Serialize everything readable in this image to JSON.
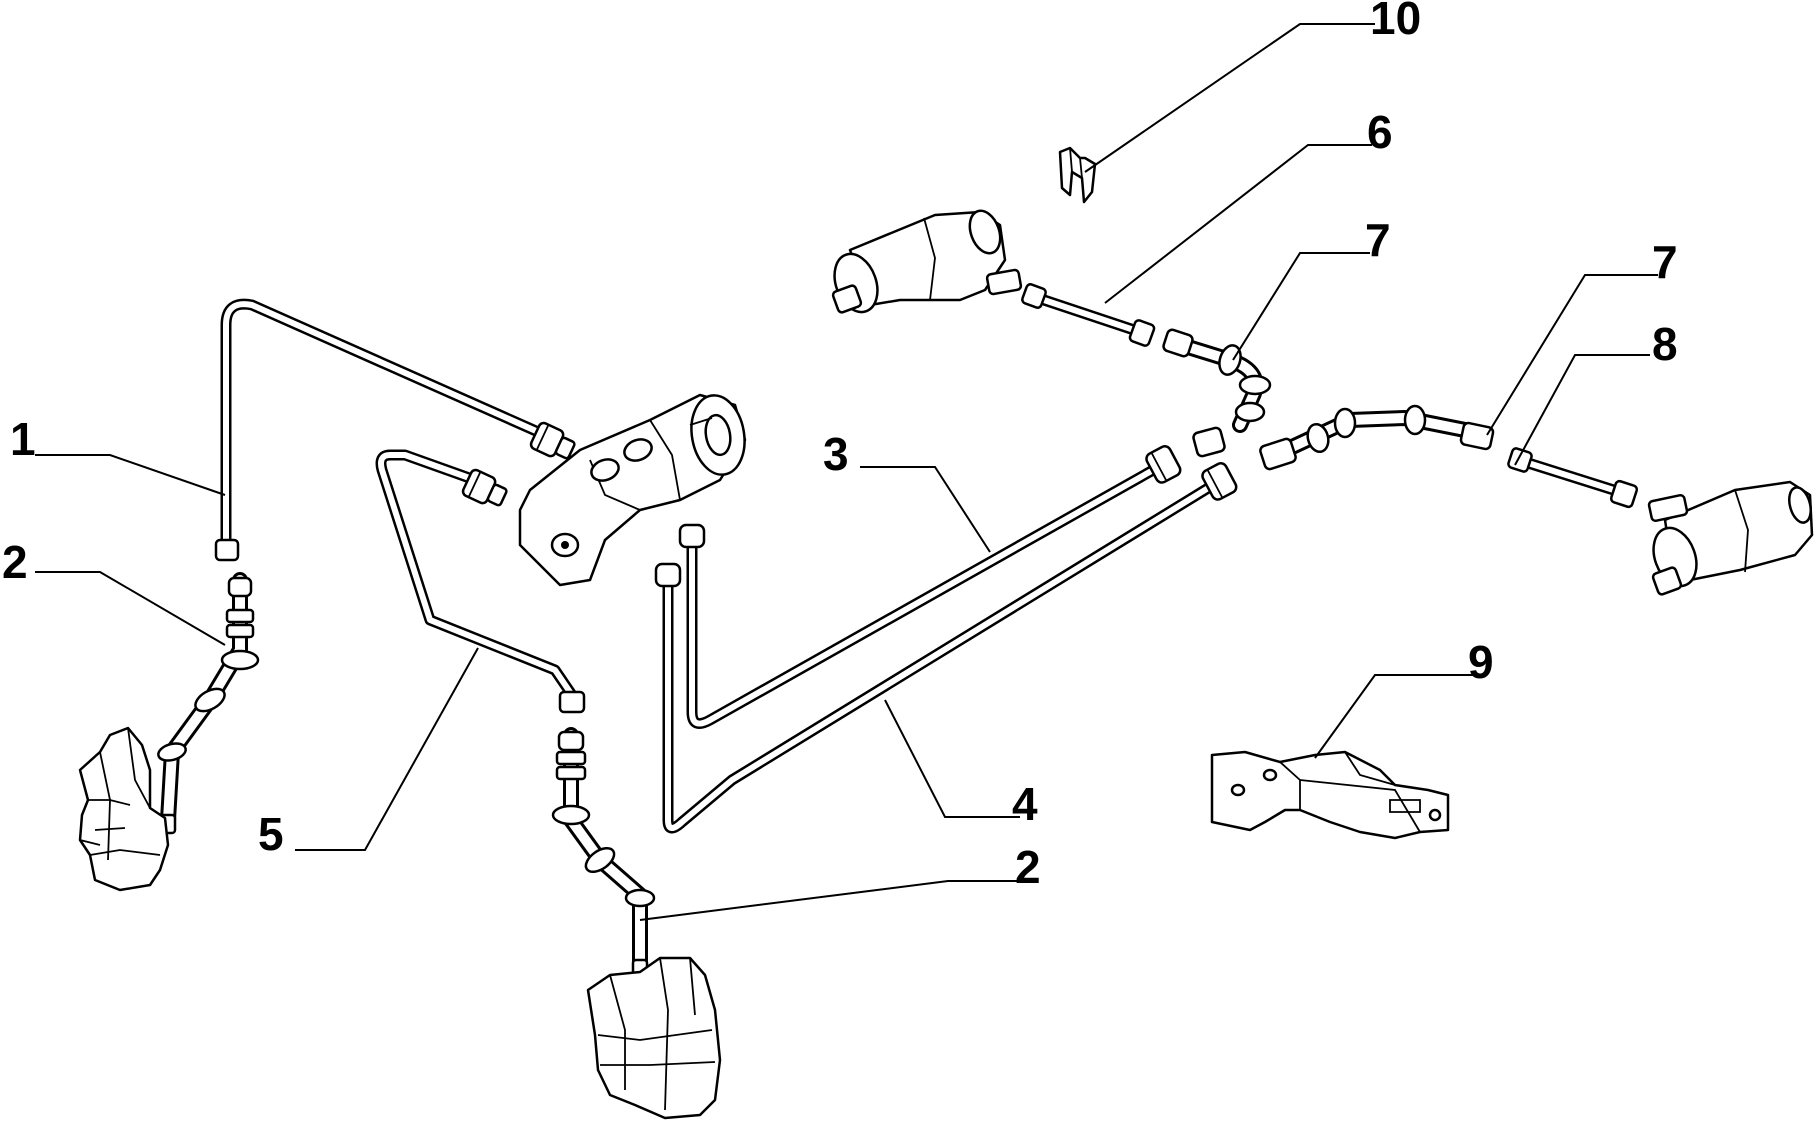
{
  "callouts": [
    {
      "id": "1",
      "text": "1"
    },
    {
      "id": "2a",
      "text": "2"
    },
    {
      "id": "2b",
      "text": "2"
    },
    {
      "id": "3",
      "text": "3"
    },
    {
      "id": "4",
      "text": "4"
    },
    {
      "id": "5",
      "text": "5"
    },
    {
      "id": "6",
      "text": "6"
    },
    {
      "id": "7a",
      "text": "7"
    },
    {
      "id": "7b",
      "text": "7"
    },
    {
      "id": "8",
      "text": "8"
    },
    {
      "id": "9",
      "text": "9"
    },
    {
      "id": "10",
      "text": "10"
    }
  ]
}
